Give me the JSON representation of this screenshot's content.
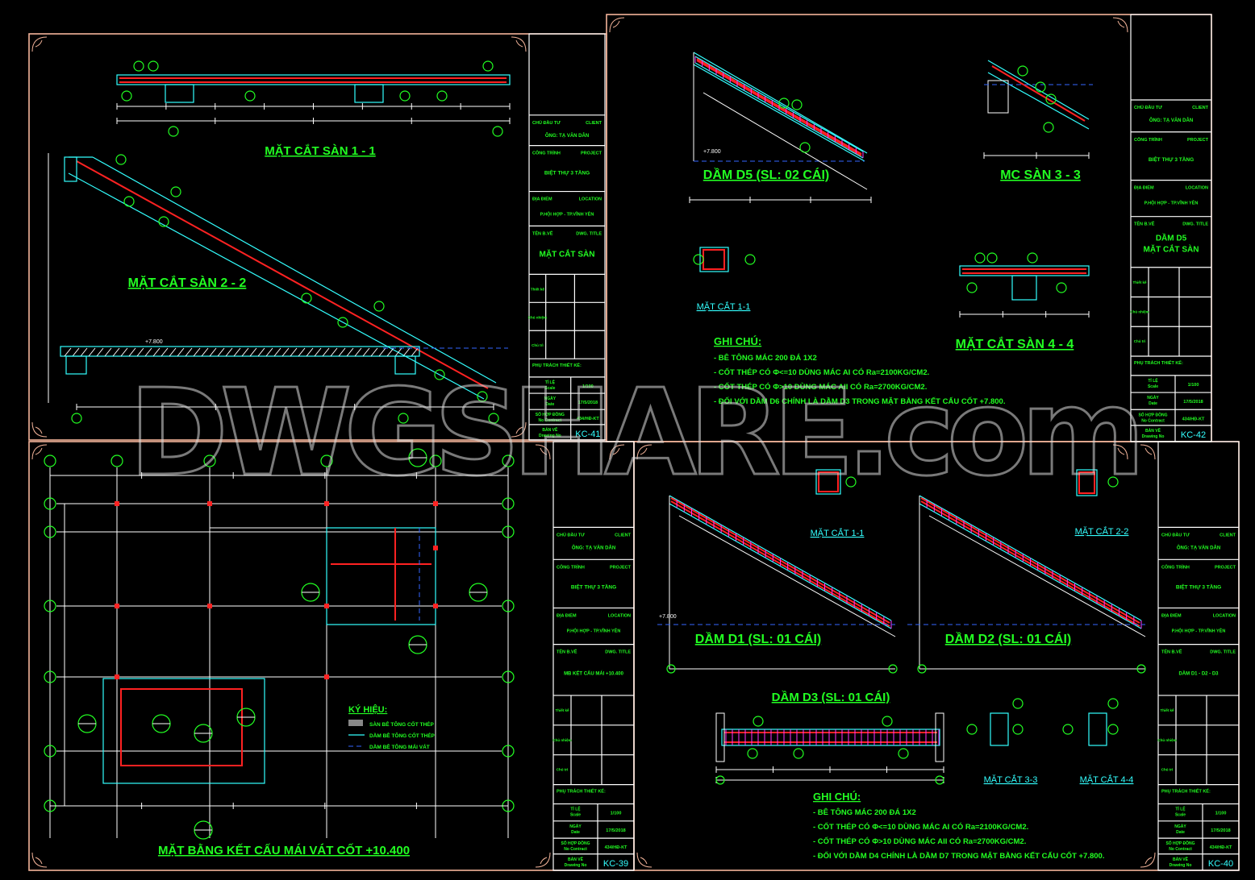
{
  "common": {
    "client_label": "CHỦ ĐẦU TƯ",
    "client_label_en": "CLIENT",
    "client": "ÔNG: TẠ VĂN DÂN",
    "project_label": "CÔNG TRÌNH",
    "project_label_en": "PROJECT",
    "project": "BIỆT THỰ 3 TẦNG",
    "location_label": "ĐỊA ĐIỂM",
    "location_label_en": "LOCATION",
    "location": "P.HỘI HỢP - TP.VĨNH YÊN",
    "title_label": "TÊN B.VẼ",
    "title_label_en": "DWG. TITLE",
    "sign_rows": [
      "Thiết kế",
      "Chủ nhiệm",
      "Chủ trì"
    ],
    "design_label": "PHỤ TRÁCH THIẾT KẾ:",
    "scale_label": "TỈ LỆ",
    "scale_label_en": "Scale",
    "scale": "1/100",
    "date_label": "NGÀY",
    "date_label_en": "Date",
    "date": "17/5/2018",
    "contract_label": "SỐ HỢP ĐỒNG",
    "contract_label_en": "No Contract",
    "contract": "434/HĐ-KT",
    "drawing_label": "BẢN VẼ",
    "drawing_label_en": "Drawing No"
  },
  "sheets": [
    {
      "id": "KC-41",
      "title": [
        "MẶT CẮT SÀN"
      ]
    },
    {
      "id": "KC-42",
      "title": [
        "DẦM D5",
        "MẶT CẮT SÀN"
      ]
    },
    {
      "id": "KC-39",
      "title": [
        "MB KẾT CẤU MÁI +10.400"
      ]
    },
    {
      "id": "KC-40",
      "title": [
        "DẦM D1 - D2 - D3"
      ]
    }
  ],
  "drawings": {
    "s1_section_1": "MẶT CẮT SÀN 1 - 1",
    "s1_section_2": "MẶT CẮT SÀN 2 - 2",
    "s2_beam_d5": "DẦM D5 (SL: 02 CÁI)",
    "s2_section_3": "MC SÀN 3 - 3",
    "s2_cut_1": "MẶT CẮT 1-1",
    "s2_section_4": "MẶT CẮT SÀN 4 - 4",
    "s3_plan": "MẶT BẰNG KẾT CẤU MÁI VÁT CỐT +10.400",
    "s3_legend_title": "KÝ HIỆU:",
    "s3_legend": [
      "SÀN BÊ TÔNG CỐT THÉP",
      "DẦM BÊ TÔNG CỐT THÉP",
      "DẦM BÊ TÔNG MÁI VÁT"
    ],
    "s4_beam_d1": "DẦM D1 (SL: 01 CÁI)",
    "s4_beam_d2": "DẦM D2 (SL: 01 CÁI)",
    "s4_beam_d3": "DẦM D3 (SL: 01 CÁI)",
    "s4_cut_1": "MẶT CẮT 1-1",
    "s4_cut_2": "MẶT CẮT 2-2",
    "s4_cut_3": "MẶT CẮT 3-3",
    "s4_cut_4": "MẶT CẮT 4-4",
    "level": "+7.800"
  },
  "notes_s2": {
    "title": "GHI CHÚ:",
    "lines": [
      "- BÊ TÔNG MÁC 200 ĐÁ 1X2",
      "- CỐT THÉP CÓ Φ<=10 DÙNG MÁC AI CÓ Ra=2100KG/CM2.",
      "- CỐT THÉP CÓ Φ>10 DÙNG MÁC AII CÓ Ra=2700KG/CM2.",
      "- ĐỐI VỚI DẦM D6 CHÍNH LÀ DẦM D3 TRONG MẶT BẰNG KẾT CẤU CỐT +7.800."
    ]
  },
  "notes_s4": {
    "title": "GHI CHÚ:",
    "lines": [
      "- BÊ TÔNG MÁC 200 ĐÁ 1X2",
      "- CỐT THÉP CÓ Φ<=10 DÙNG MÁC AI CÓ Ra=2100KG/CM2.",
      "- CỐT THÉP CÓ Φ>10 DÙNG MÁC AII CÓ Ra=2700KG/CM2.",
      "- ĐỐI VỚI DẦM D4 CHÍNH LÀ DẦM D7 TRONG MẶT BẰNG KẾT CẤU CỐT +7.800."
    ]
  },
  "watermark": "DWGSHARE.com"
}
